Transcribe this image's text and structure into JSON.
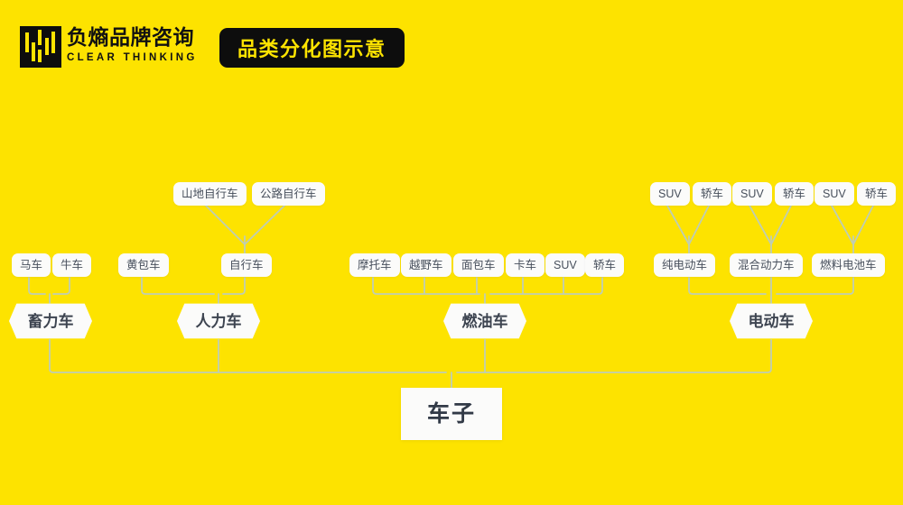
{
  "page": {
    "background_color": "#FDE300",
    "node_fill": "#FBFBFA",
    "link_color": "#BFCDB4",
    "text_color": "#474F5C"
  },
  "header": {
    "logo_icon": "candlestick-bars-logo",
    "brand_cn": "负熵品牌咨询",
    "brand_en": "CLEAR THINKING",
    "title_pill": "品类分化图示意"
  },
  "diagram": {
    "root": "车子",
    "branches": [
      {
        "name": "畜力车",
        "children": [
          "马车",
          "牛车"
        ]
      },
      {
        "name": "人力车",
        "children": [
          "黄包车",
          "自行车"
        ],
        "grandchildren": {
          "parent": "自行车",
          "items": [
            "山地自行车",
            "公路自行车"
          ]
        }
      },
      {
        "name": "燃油车",
        "children": [
          "摩托车",
          "越野车",
          "面包车",
          "卡车",
          "SUV",
          "轿车"
        ]
      },
      {
        "name": "电动车",
        "children": [
          "纯电动车",
          "混合动力车",
          "燃料电池车"
        ],
        "grandchildren": [
          {
            "parent": "纯电动车",
            "items": [
              "SUV",
              "轿车"
            ]
          },
          {
            "parent": "混合动力车",
            "items": [
              "SUV",
              "轿车"
            ]
          },
          {
            "parent": "燃料电池车",
            "items": [
              "SUV",
              "轿车"
            ]
          }
        ]
      }
    ],
    "nodes": {
      "l3": {
        "mountain_bike": "山地自行车",
        "road_bike": "公路自行车",
        "ev_suv_1": "SUV",
        "ev_sedan_1": "轿车",
        "ev_suv_2": "SUV",
        "ev_sedan_2": "轿车",
        "ev_suv_3": "SUV",
        "ev_sedan_3": "轿车"
      },
      "l2": {
        "horse_cart": "马车",
        "ox_cart": "牛车",
        "rickshaw": "黄包车",
        "bicycle": "自行车",
        "motorcycle": "摩托车",
        "offroad": "越野车",
        "van": "面包车",
        "truck": "卡车",
        "suv": "SUV",
        "sedan": "轿车",
        "pure_ev": "纯电动车",
        "hybrid": "混合动力车",
        "fuel_cell": "燃料电池车"
      },
      "l1": {
        "animal_power": "畜力车",
        "human_power": "人力车",
        "fuel": "燃油车",
        "electric": "电动车"
      }
    }
  }
}
